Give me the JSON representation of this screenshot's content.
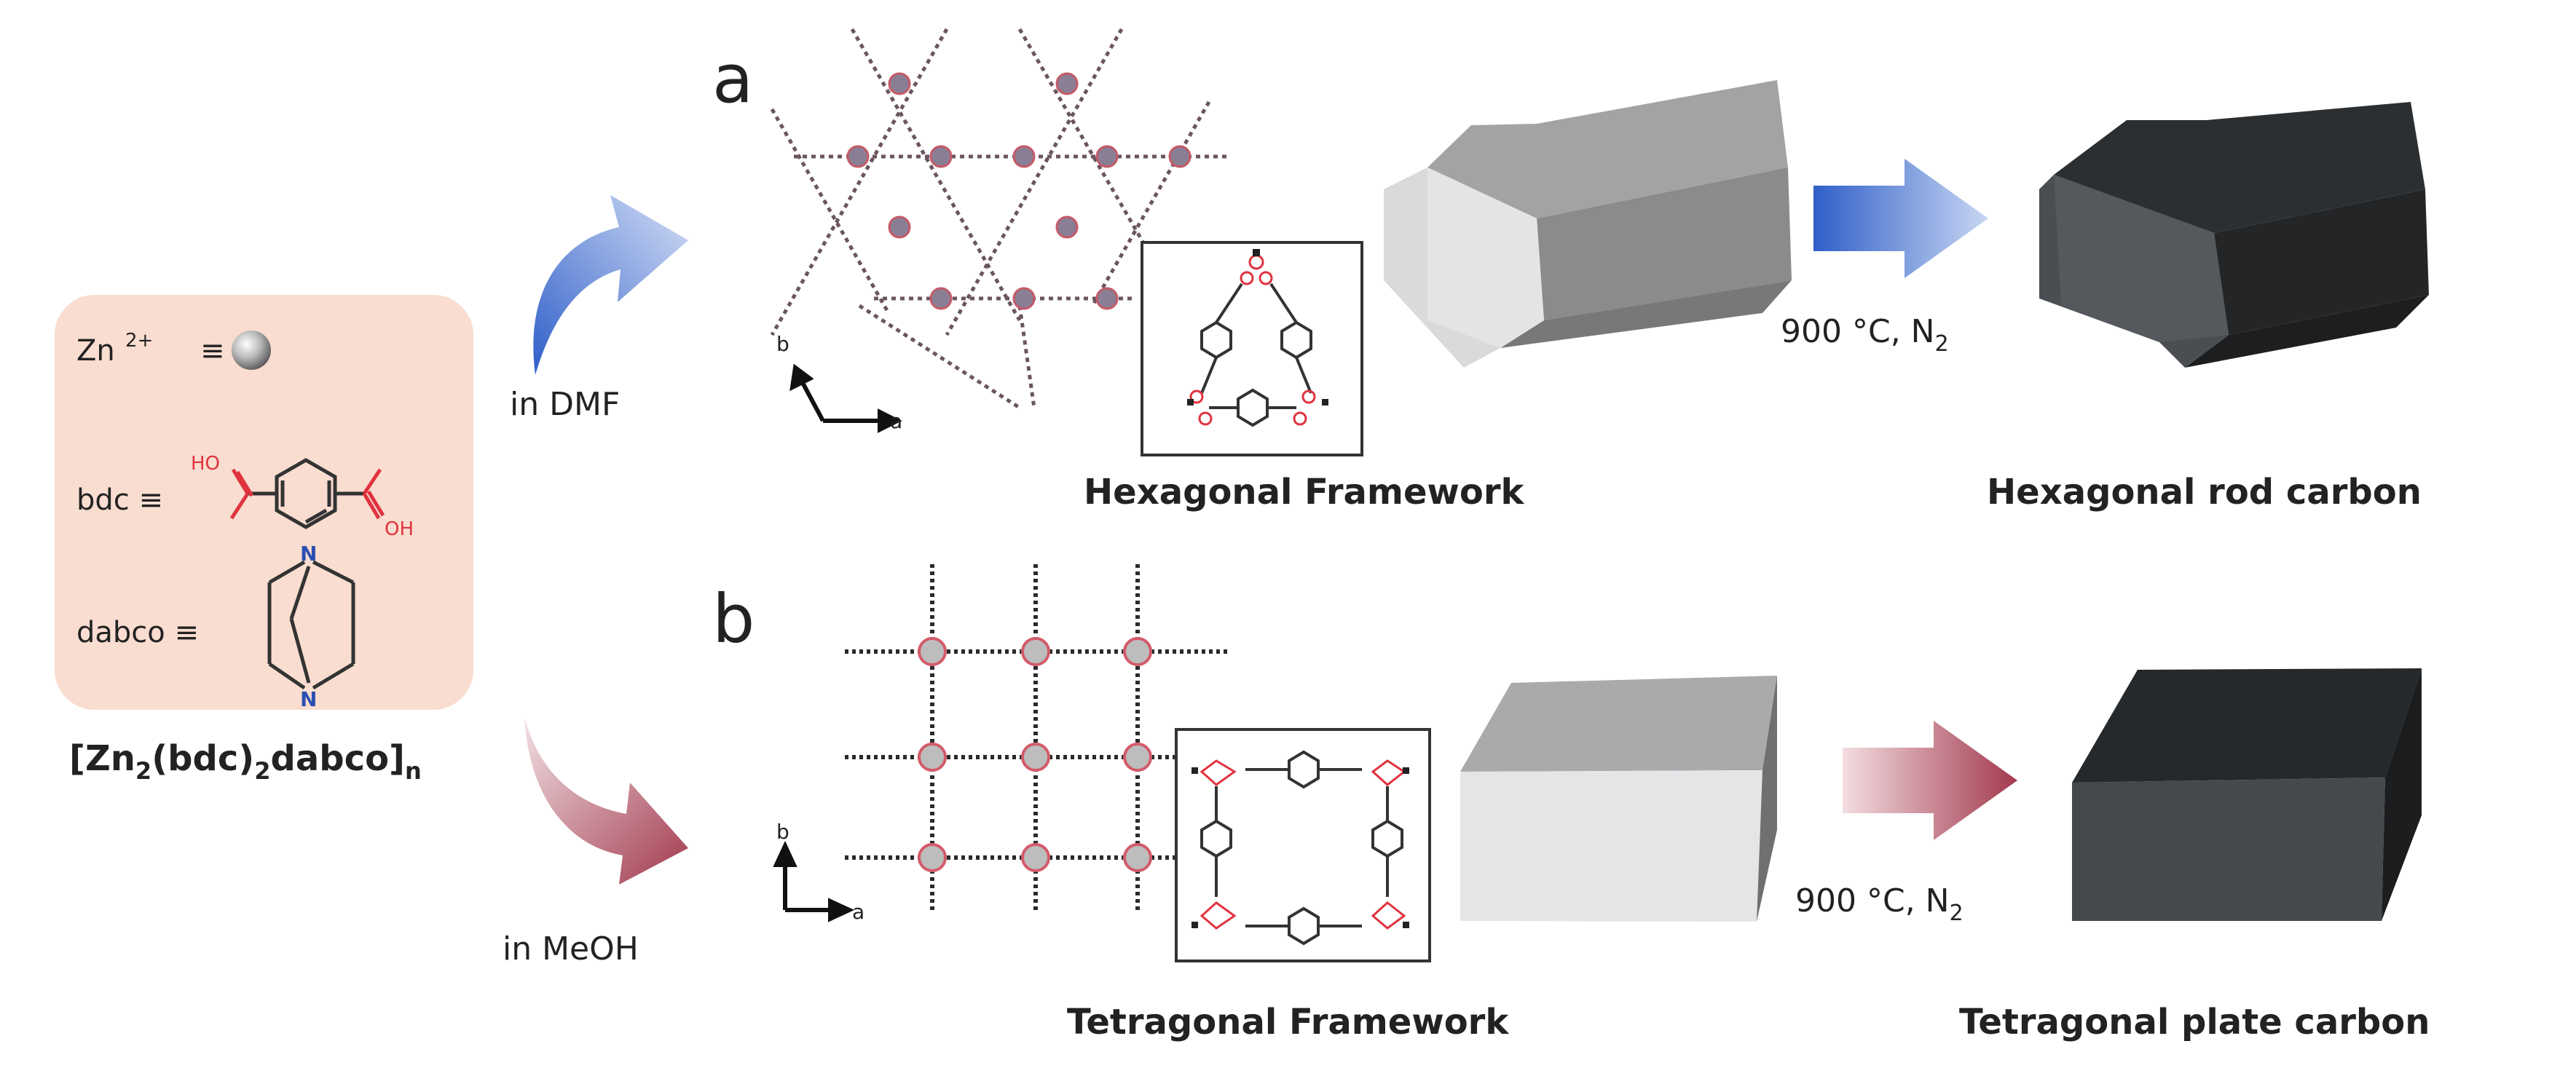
{
  "colors": {
    "panel_bg": "#f9ddd0",
    "blue_arrow": "#5b84d8",
    "red_arrow": "#b85a6a",
    "oxygen": "#e0333f",
    "nitrogen": "#2a4fb0",
    "carbon_dark": "#3a3d41"
  },
  "legend": {
    "zn": "Zn",
    "zn_charge": "2+",
    "zn_equiv": "≡",
    "bdc": "bdc ≡",
    "dabco": "dabco ≡",
    "oh_top": "HO",
    "oh_bottom": "OH",
    "n_top": "N",
    "n_bottom": "N"
  },
  "formula": {
    "open": "[Zn",
    "sub1": "2",
    "mid": "(bdc)",
    "sub2": "2",
    "tail": "dabco]",
    "sub3": "n"
  },
  "route_a": {
    "panel_letter": "a",
    "solvent": "in DMF",
    "axis_b": "b",
    "axis_a": "a",
    "framework_label": "Hexagonal Framework",
    "condition_main": "900 °C, N",
    "condition_sub": "2",
    "product_label": "Hexagonal rod carbon"
  },
  "route_b": {
    "panel_letter": "b",
    "solvent": "in MeOH",
    "axis_b": "b",
    "axis_a": "a",
    "framework_label": "Tetragonal Framework",
    "condition_main": "900 °C, N",
    "condition_sub": "2",
    "product_label": "Tetragonal plate carbon"
  }
}
